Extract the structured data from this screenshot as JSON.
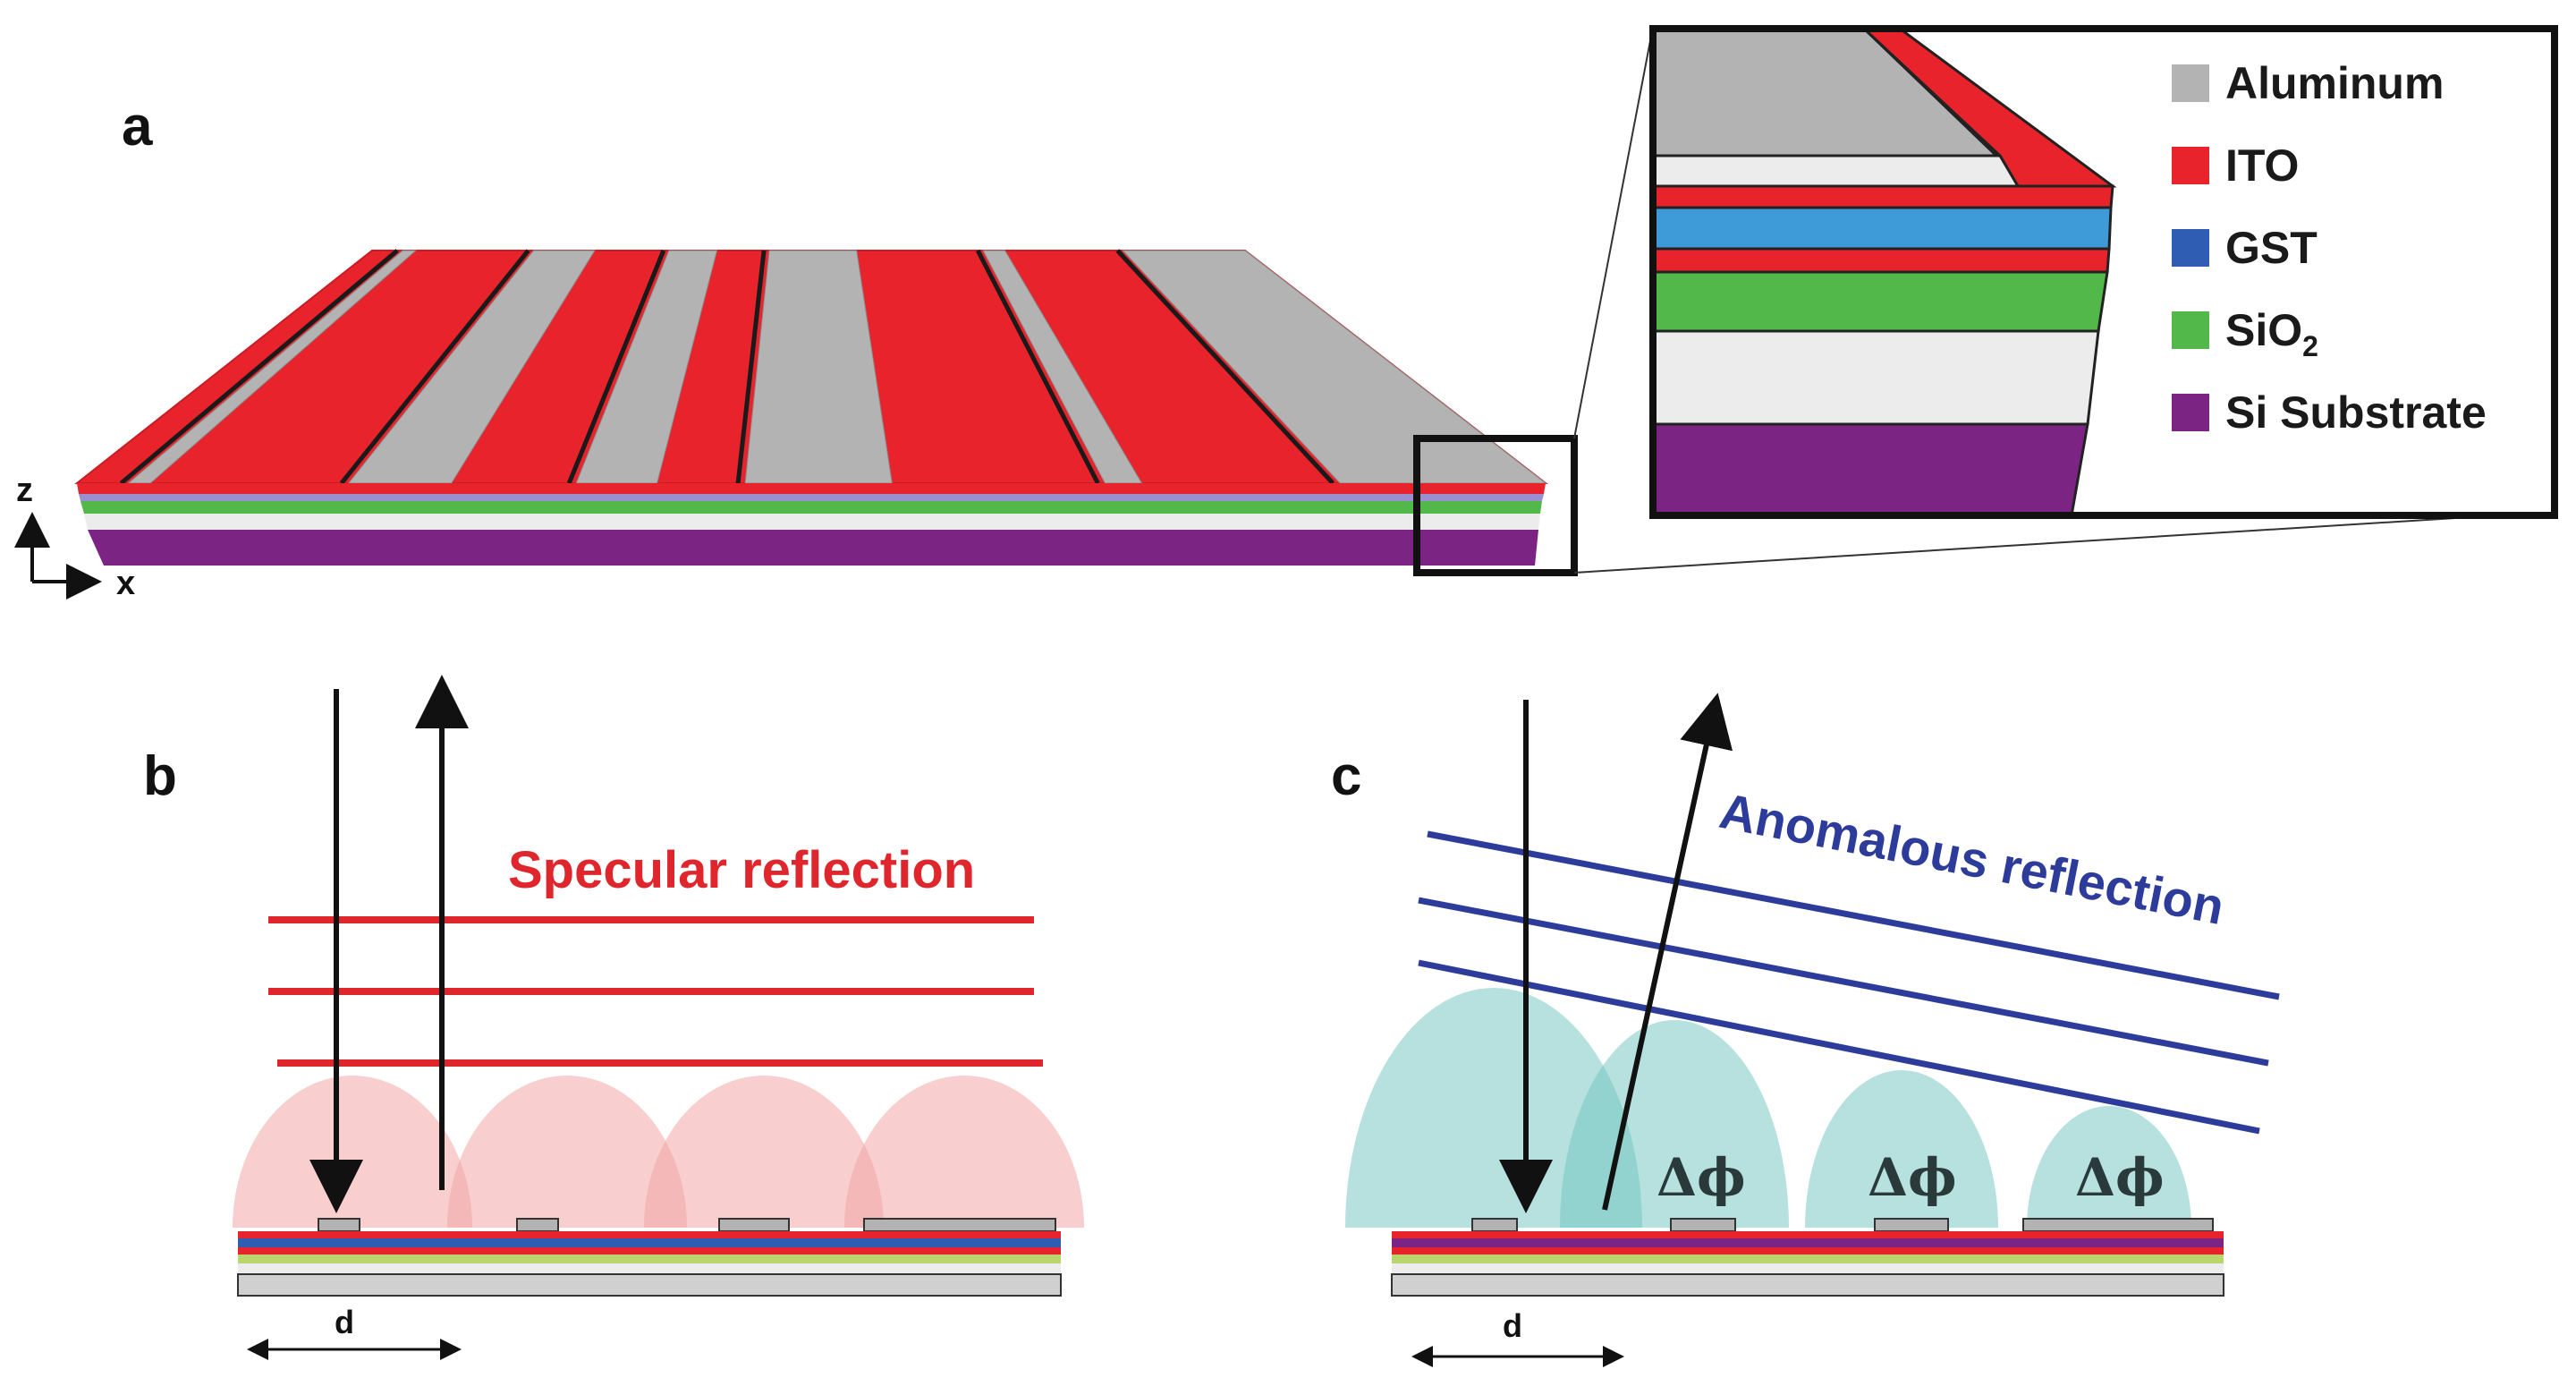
{
  "panels": {
    "a": "a",
    "b": "b",
    "c": "c"
  },
  "legend": [
    {
      "label": "Aluminum",
      "color": "#b3b3b3"
    },
    {
      "label": "ITO",
      "color": "#e8232b"
    },
    {
      "label": "GST",
      "color": "#2f5db4"
    },
    {
      "label": "SiO",
      "sub": "2",
      "color": "#52b84a"
    },
    {
      "label": "Si Substrate",
      "color": "#7b2483"
    }
  ],
  "axes": {
    "z": "z",
    "x": "x"
  },
  "panel_b": {
    "caption": "Specular reflection",
    "caption_color": "#e0262d",
    "period_label": "d"
  },
  "panel_c": {
    "caption": "Anomalous reflection",
    "caption_color": "#2d3c9a",
    "period_label": "d",
    "phase_label": "Δϕ"
  }
}
